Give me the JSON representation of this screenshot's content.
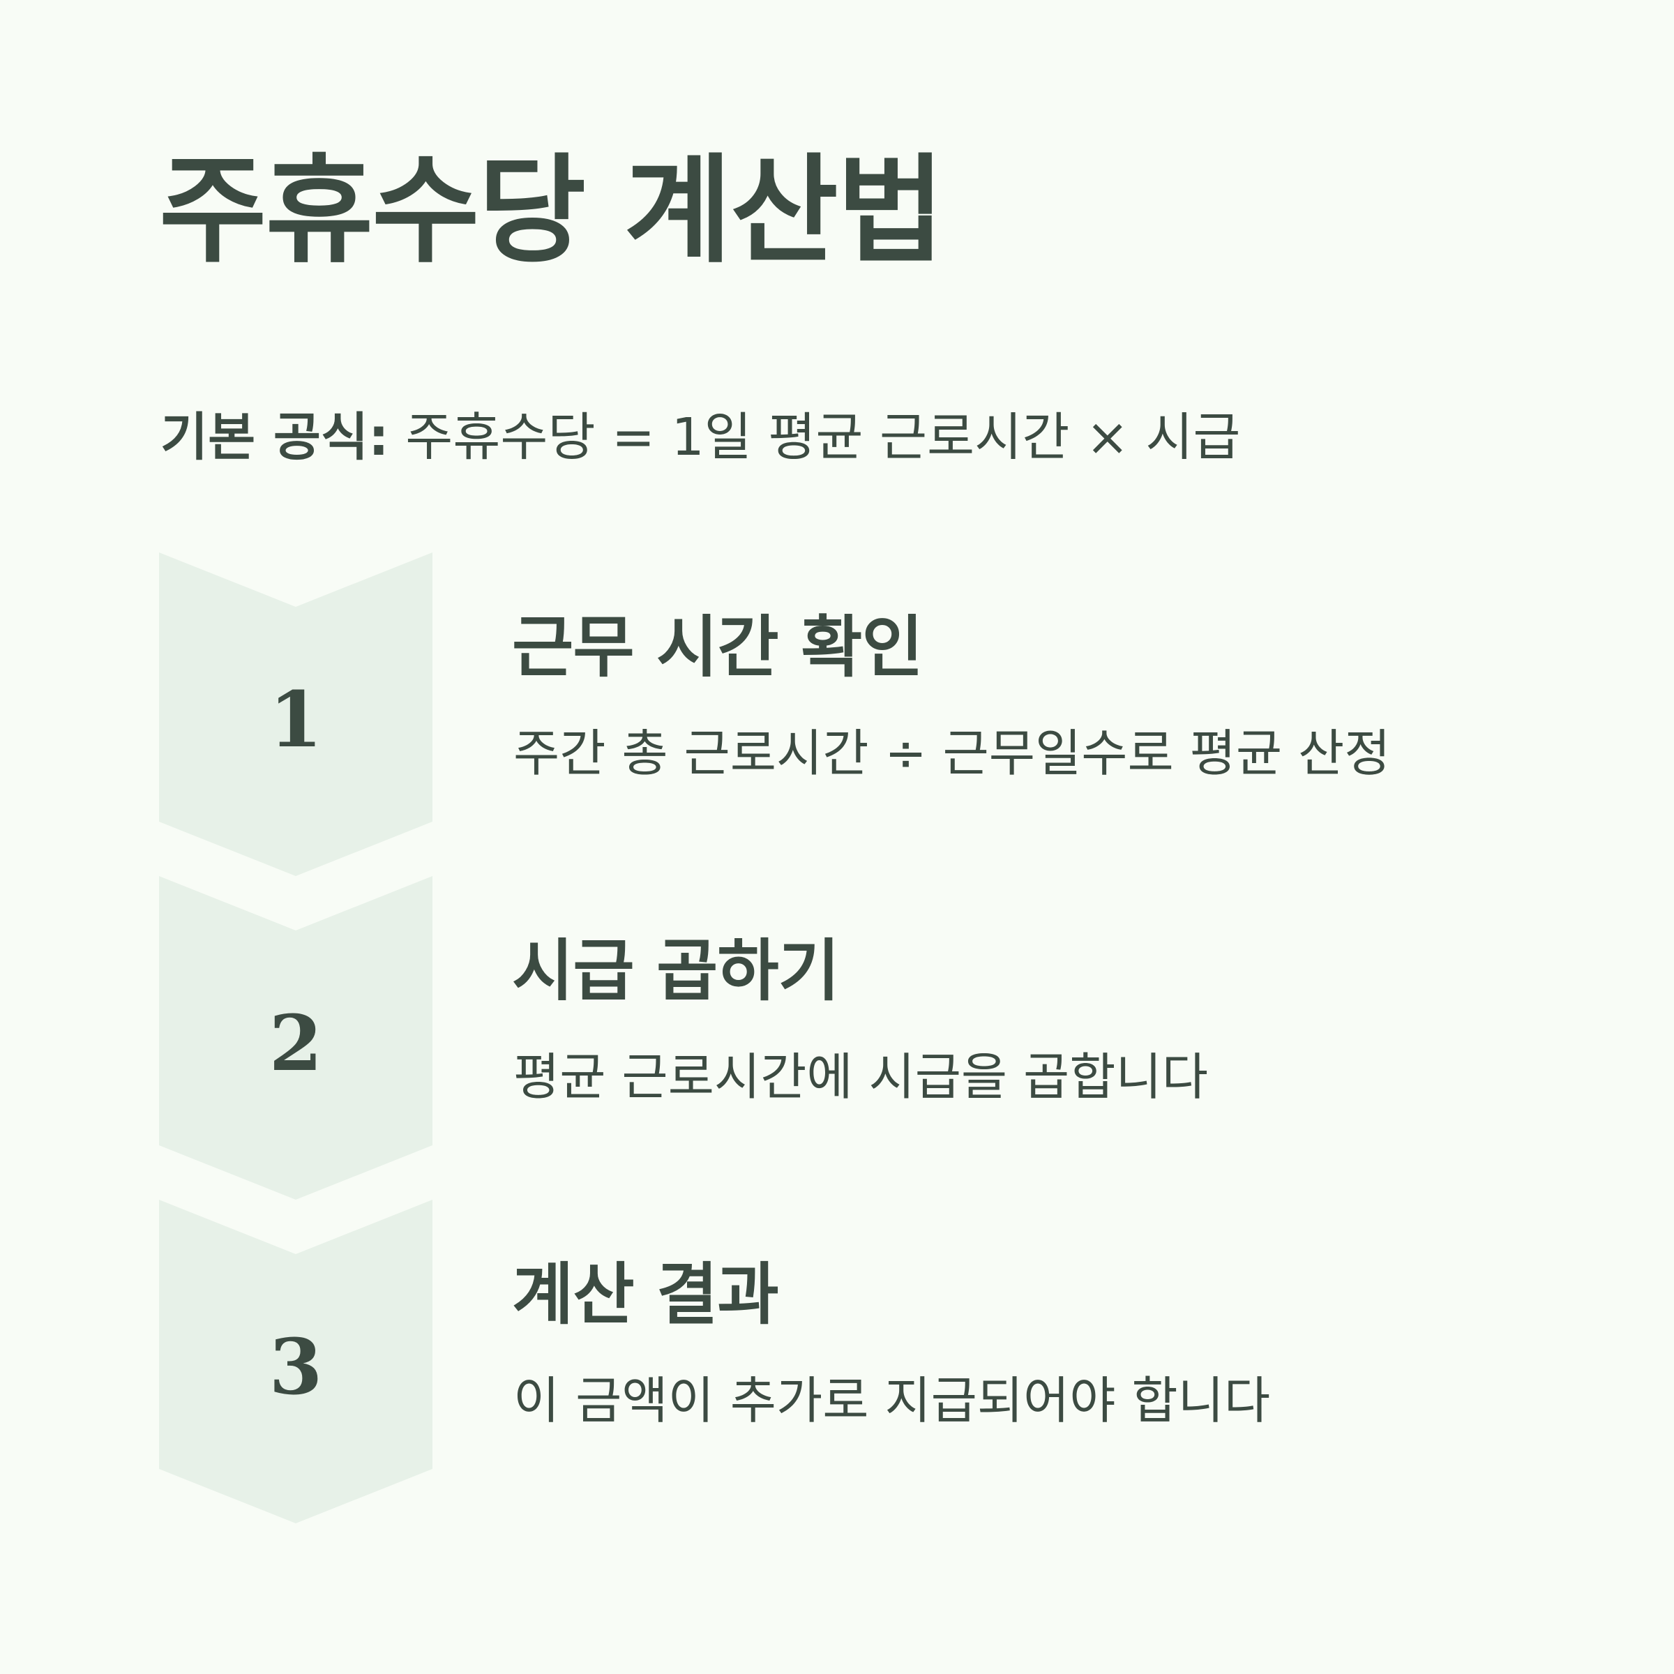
{
  "title": "주휴수당 계산법",
  "formula": {
    "label": "기본 공식:",
    "text": "주휴수당 = 1일 평균 근로시간 × 시급"
  },
  "colors": {
    "background": "#f8fcf6",
    "chevron": "#e7f1e8",
    "text": "#3c4b42"
  },
  "steps": [
    {
      "number": "1",
      "title": "근무 시간 확인",
      "description": "주간 총 근로시간 ÷ 근무일수로 평균 산정"
    },
    {
      "number": "2",
      "title": "시급 곱하기",
      "description": "평균 근로시간에 시급을 곱합니다"
    },
    {
      "number": "3",
      "title": "계산 결과",
      "description": "이 금액이 추가로 지급되어야 합니다"
    }
  ]
}
